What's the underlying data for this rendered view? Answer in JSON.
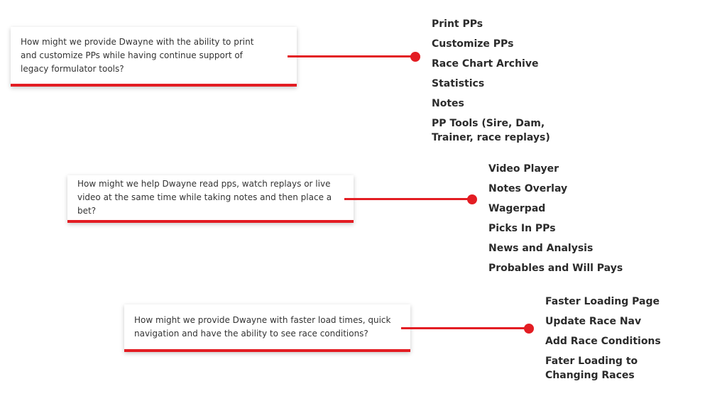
{
  "groups": [
    {
      "question": "How might we provide Dwayne with the ability to print and customize PPs while having continue support of legacy formulator tools?",
      "ideas": [
        "Print PPs",
        "Customize PPs",
        "Race Chart Archive",
        "Statistics",
        "Notes",
        "PP Tools (Sire, Dam, Trainer, race replays)"
      ]
    },
    {
      "question": "How might we help Dwayne read pps, watch replays or live video at the same time while taking notes and then place a bet?",
      "ideas": [
        "Video Player",
        "Notes Overlay",
        "Wagerpad",
        "Picks In PPs",
        "News and Analysis",
        "Probables and Will Pays"
      ]
    },
    {
      "question": "How might we provide Dwayne with faster load times, quick navigation and have the ability to see race conditions?",
      "ideas": [
        "Faster Loading Page",
        "Update Race Nav",
        "Add Race Conditions",
        "Fater Loading to Changing Races"
      ]
    }
  ],
  "colors": {
    "accent": "#e31d23",
    "card_text": "#333333",
    "idea_text": "#2b2b2b"
  }
}
